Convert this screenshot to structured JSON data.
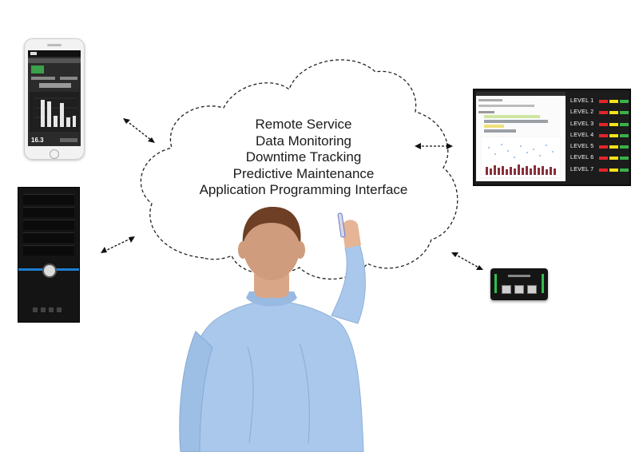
{
  "cloud": {
    "lines": [
      "Remote Service",
      "Data Monitoring",
      "Downtime Tracking",
      "Predictive Maintenance",
      "Application Programming Interface"
    ]
  },
  "dashboard": {
    "levels": [
      "LEVEL 1",
      "LEVEL 2",
      "LEVEL 3",
      "LEVEL 4",
      "LEVEL 5",
      "LEVEL 6",
      "LEVEL 7"
    ],
    "lamp_colors": {
      "red": "#e2262a",
      "yellow": "#f3e21c",
      "green": "#38b24a"
    }
  },
  "phone": {
    "reading": "16.3"
  },
  "colors": {
    "shirt": "#a9c8ec",
    "accent_blue": "#1f7fd1",
    "gateway_green": "#2fbf4b"
  }
}
